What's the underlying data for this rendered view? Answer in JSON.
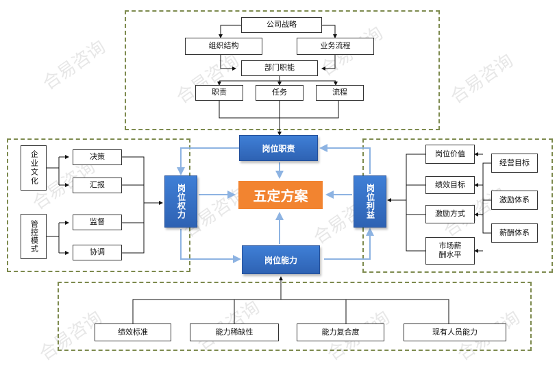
{
  "top": {
    "strategy": "公司战略",
    "org": "组织结构",
    "process": "业务流程",
    "dept": "部门职能",
    "duty": "职责",
    "task": "任务",
    "flow": "流程"
  },
  "center": {
    "title": "五定方案",
    "duty": "岗位职责",
    "power": "岗位权力",
    "benefit": "岗位利益",
    "ability": "岗位能力"
  },
  "left": {
    "culture": "企业文化",
    "control": "管控模式",
    "items": [
      "决策",
      "汇报",
      "监督",
      "协调"
    ]
  },
  "right": {
    "items": [
      "岗位价值",
      "绩效目标",
      "激励方式",
      "市场薪酬水平"
    ],
    "drivers": [
      "经营目标",
      "激励体系",
      "薪酬体系"
    ]
  },
  "bottom": {
    "items": [
      "绩效标准",
      "能力稀缺性",
      "能力复合度",
      "现有人员能力"
    ]
  },
  "watermark": "合易咨询",
  "colors": {
    "accent": "#f28430",
    "blue": "#3f7fd6",
    "border": "#7d8a4e"
  }
}
